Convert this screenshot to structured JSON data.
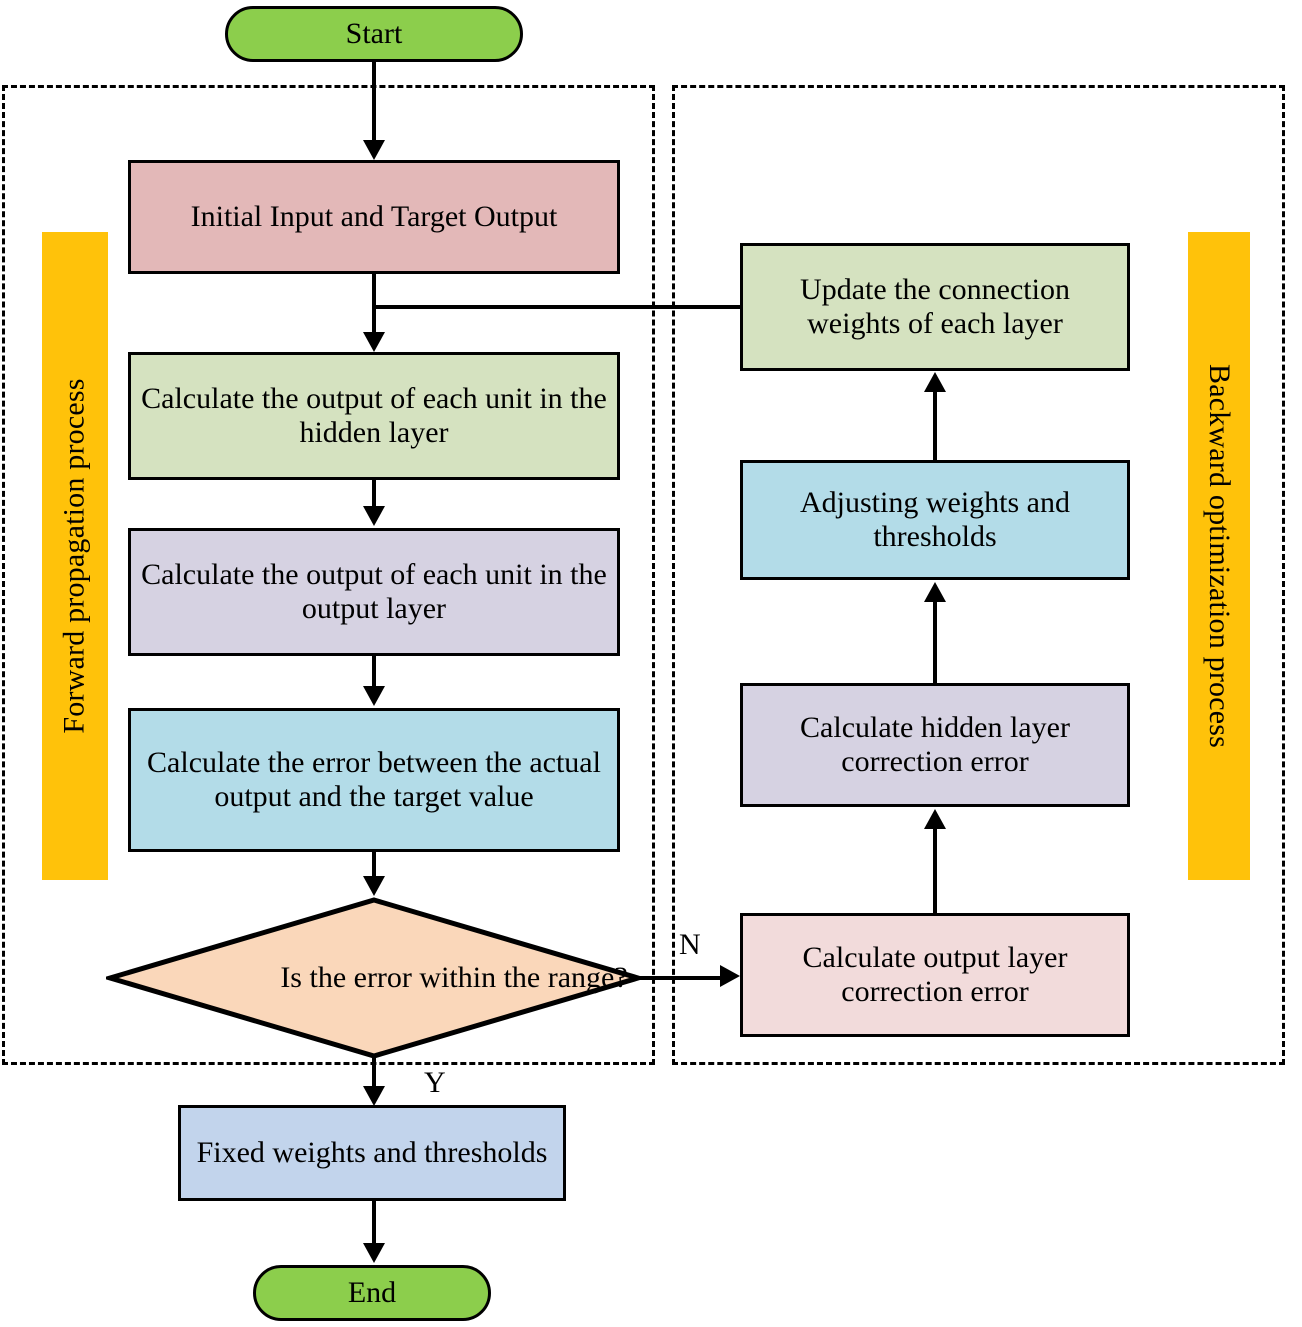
{
  "diagram": {
    "type": "flowchart",
    "title": "BP neural network training flowchart"
  },
  "groups": [
    {
      "id": "forward",
      "label": "Forward propagation process",
      "color": "#FFC20A"
    },
    {
      "id": "backward",
      "label": "Backward optimization process",
      "color": "#FFC20A"
    }
  ],
  "nodes": {
    "start": {
      "label": "Start",
      "shape": "stadium",
      "color": "#8CCE4C"
    },
    "initial_input": {
      "label": "Initial Input and Target Output",
      "shape": "rect",
      "color": "#E3B8B8"
    },
    "hidden_output": {
      "label": "Calculate the output of each unit in the hidden layer",
      "shape": "rect",
      "color": "#D5E2C0"
    },
    "output_output": {
      "label": "Calculate the output of each unit in the output layer",
      "shape": "rect",
      "color": "#D6D2E2"
    },
    "calc_error": {
      "label": "Calculate the error between the actual output and the target value",
      "shape": "rect",
      "color": "#B3DCE8"
    },
    "decision": {
      "label": "Is the error within the range?",
      "shape": "diamond",
      "color": "#FAD7BA"
    },
    "fixed_weights": {
      "label": "Fixed weights and thresholds",
      "shape": "rect",
      "color": "#C2D4EC"
    },
    "end": {
      "label": "End",
      "shape": "stadium",
      "color": "#8CCE4C"
    },
    "update_weights": {
      "label": "Update the connection weights of each layer",
      "shape": "rect",
      "color": "#D5E2C0"
    },
    "adjust_weights": {
      "label": "Adjusting weights and thresholds",
      "shape": "rect",
      "color": "#B3DCE8"
    },
    "hidden_correction": {
      "label": "Calculate hidden layer correction error",
      "shape": "rect",
      "color": "#D6D2E2"
    },
    "output_correction": {
      "label": "Calculate output layer correction error",
      "shape": "rect",
      "color": "#F2DBDB"
    }
  },
  "edge_labels": {
    "no": "N",
    "yes": "Y"
  }
}
